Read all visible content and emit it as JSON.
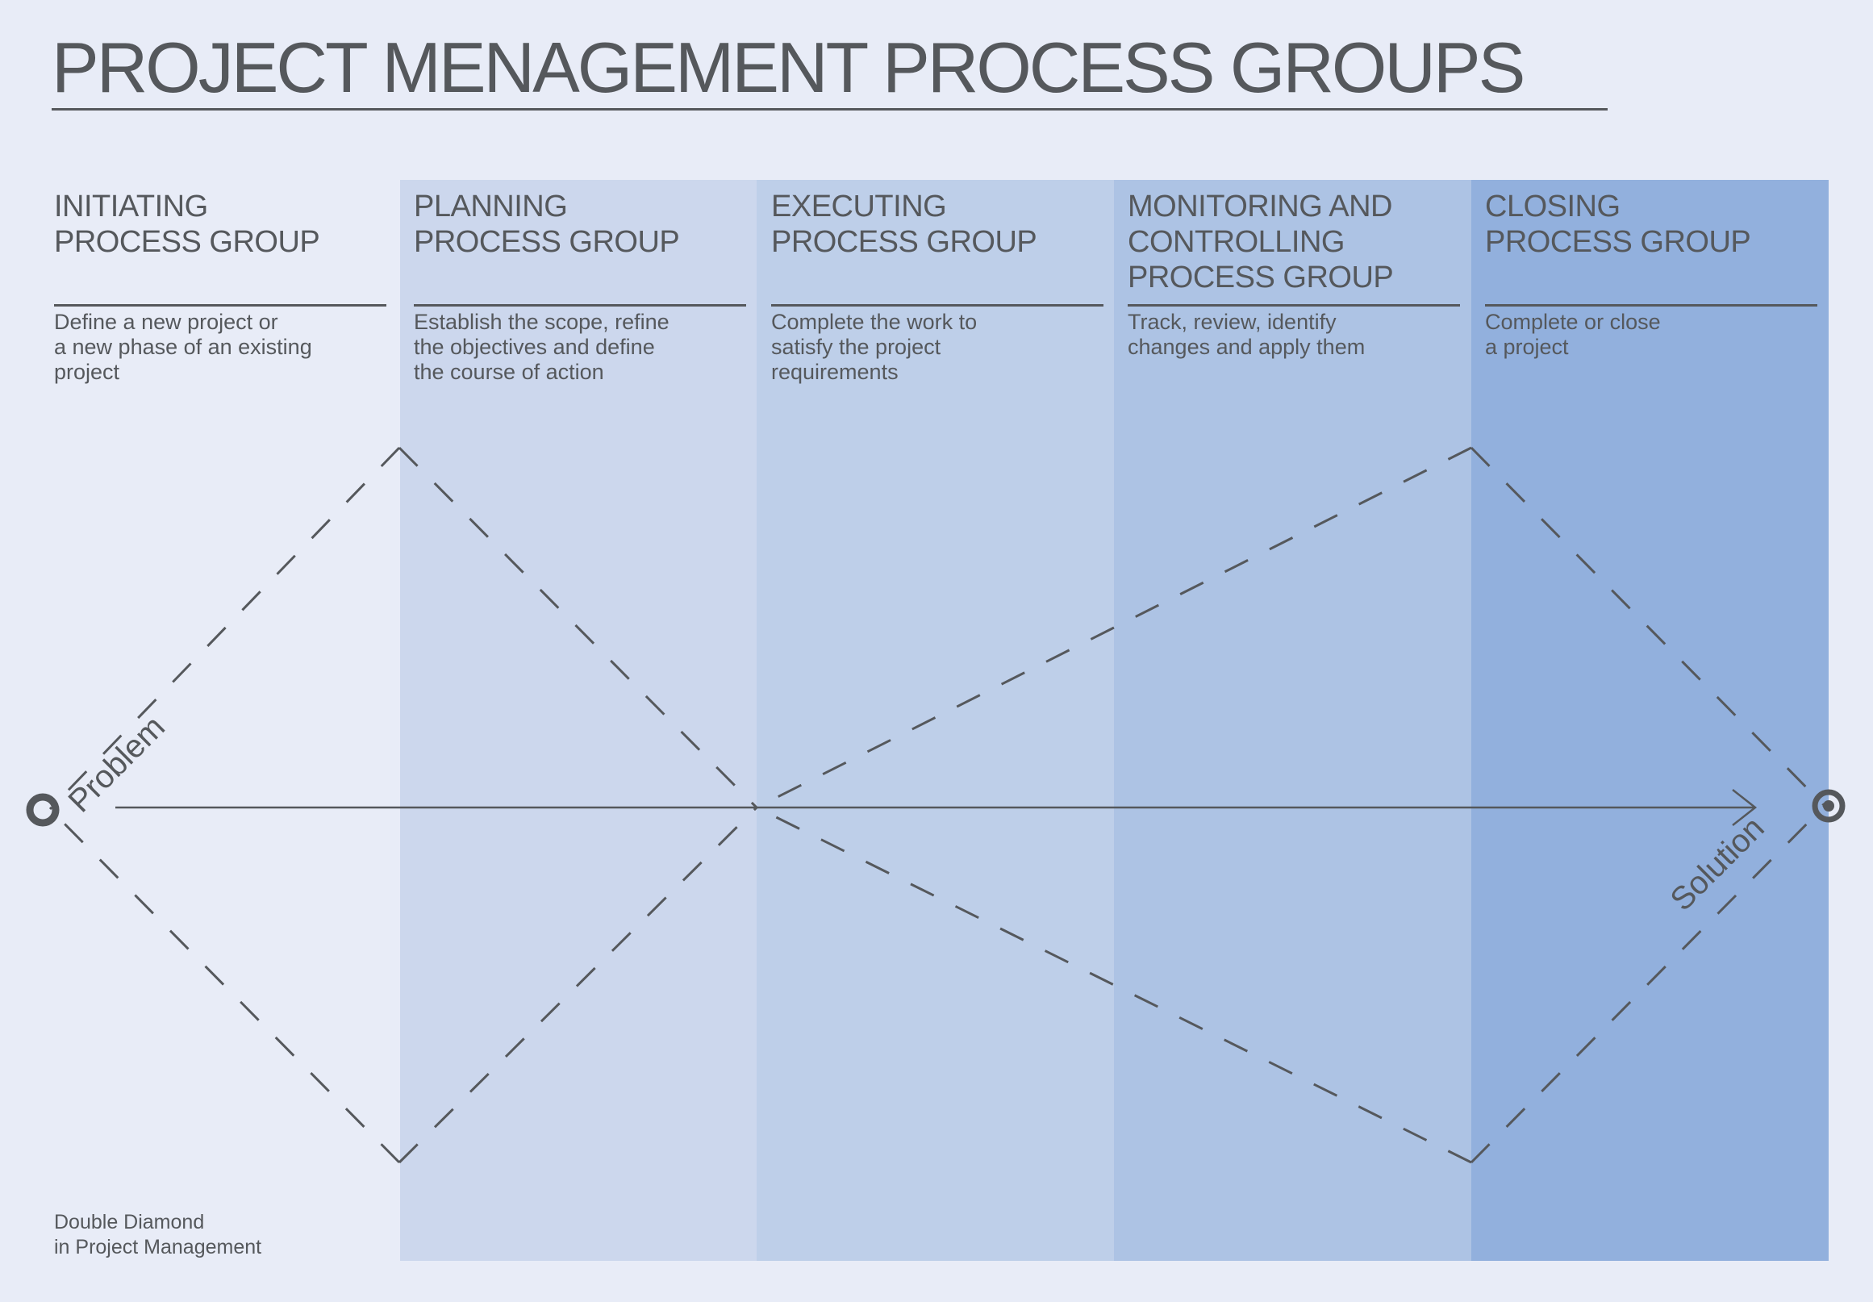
{
  "title": "PROJECT MENAGEMENT PROCESS GROUPS",
  "columns": [
    {
      "label": "INITIATING\nPROCESS GROUP",
      "description": "Define a new project or\na new phase of an existing\nproject",
      "band_color": "transparent"
    },
    {
      "label": "PLANNING\nPROCESS GROUP",
      "description": "Establish the scope, refine\nthe objectives and define\nthe course of action",
      "band_color": "#ccd7ed"
    },
    {
      "label": "EXECUTING\nPROCESS GROUP",
      "description": "Complete the work to\nsatisfy the project\nrequirements",
      "band_color": "#becfe9"
    },
    {
      "label": "MONITORING AND\nCONTROLLING\nPROCESS GROUP",
      "description": "Track, review, identify\nchanges and apply them",
      "band_color": "#adc3e4"
    },
    {
      "label": "CLOSING\nPROCESS GROUP",
      "description": "Complete or close\na project",
      "band_color": "#92b0dd"
    }
  ],
  "diagram": {
    "problem_label": "Problem",
    "solution_label": "Solution",
    "caption": "Double Diamond\nin Project Management",
    "start_icon": "circle-outline-icon",
    "end_icon": "bullseye-target-icon"
  },
  "colors": {
    "background": "#e8ecf7",
    "ink": "#55585c",
    "band_planning": "#ccd7ed",
    "band_executing": "#becfe9",
    "band_monitoring": "#adc3e4",
    "band_closing": "#92b0dd"
  }
}
